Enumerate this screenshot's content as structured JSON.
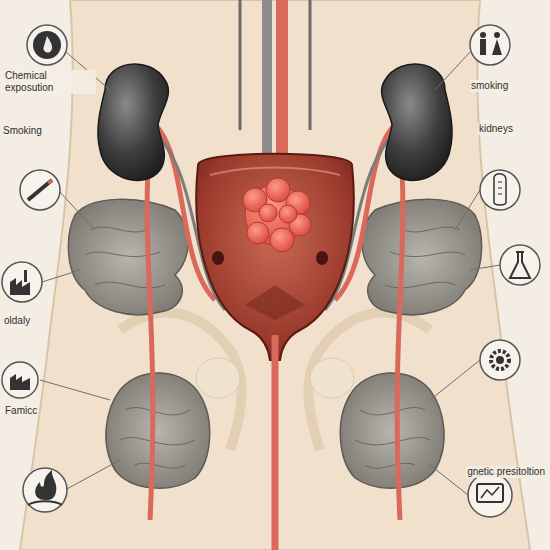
{
  "diagram": {
    "labels": [
      "Chemical exposution",
      "smoking",
      "Smoking",
      "kidneys",
      "oldaly",
      "Famicc",
      "gnetic presitoltion"
    ]
  }
}
